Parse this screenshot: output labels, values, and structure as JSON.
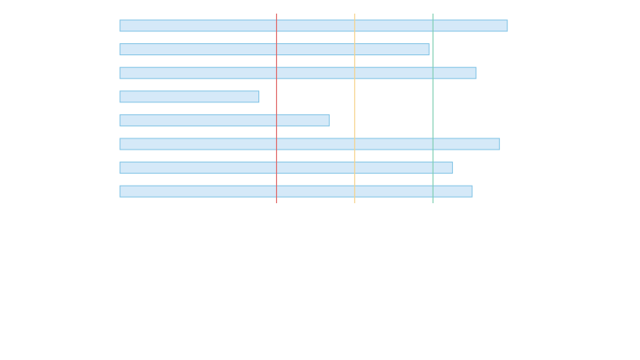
{
  "chart_data": {
    "type": "bar",
    "orientation": "horizontal",
    "title": "",
    "xlabel": "",
    "ylabel": "",
    "categories": [
      "",
      "",
      "",
      "",
      "",
      "",
      "",
      ""
    ],
    "values": [
      99,
      79,
      91,
      35.5,
      53.5,
      97,
      85,
      90
    ],
    "xlim": [
      0,
      100
    ],
    "grid": false,
    "legend": "none",
    "reference_lines": [
      {
        "value": 40,
        "color": "#e06666"
      },
      {
        "value": 60,
        "color": "#f6d28a"
      },
      {
        "value": 80,
        "color": "#7fcfb2"
      }
    ],
    "colors": {
      "bar_fill": "#d5e9f8",
      "bar_stroke": "#7cc1e4"
    }
  }
}
